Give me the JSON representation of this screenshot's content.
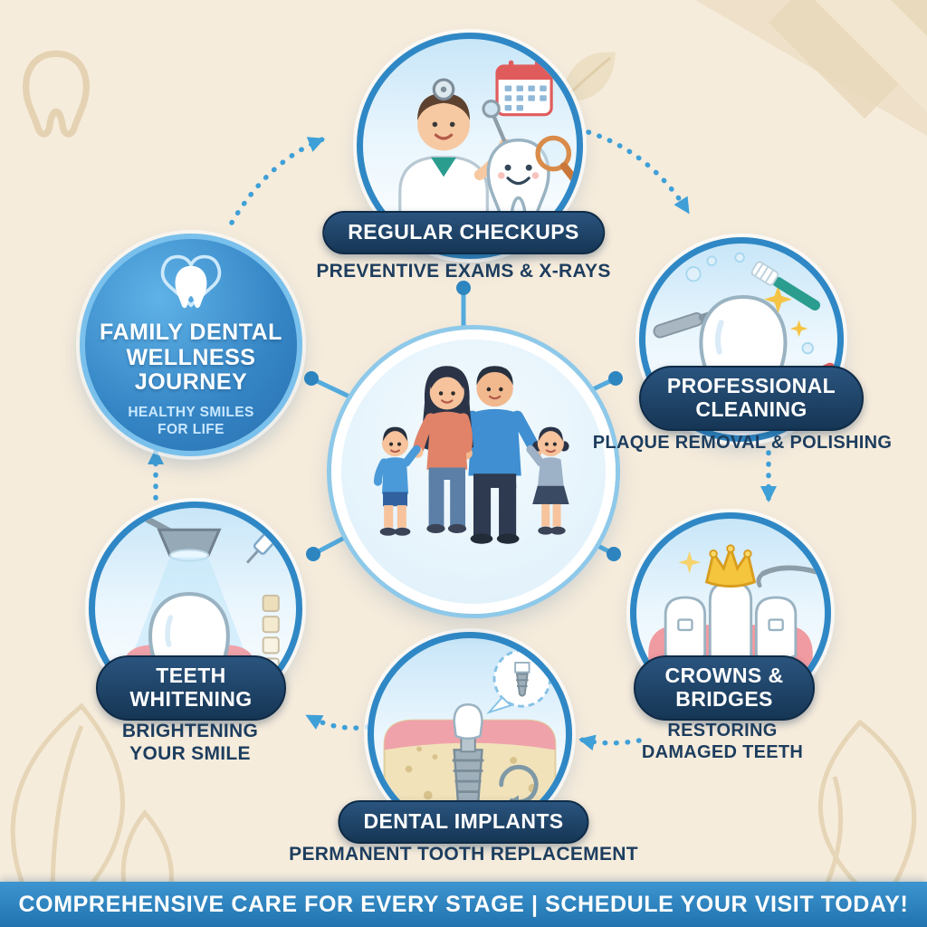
{
  "infographic": {
    "center_title": {
      "title": "FAMILY DENTAL WELLNESS JOURNEY",
      "subtitle": "HEALTHY SMILES FOR LIFE"
    },
    "nodes": [
      {
        "id": "regular-checkups",
        "label": "REGULAR CHECKUPS",
        "subtitle": "PREVENTIVE EXAMS & X-RAYS"
      },
      {
        "id": "professional-cleaning",
        "label": "PROFESSIONAL CLEANING",
        "subtitle": "PLAQUE REMOVAL & POLISHING"
      },
      {
        "id": "crowns-bridges",
        "label": "CROWNS & BRIDGES",
        "subtitle": "RESTORING DAMAGED TEETH"
      },
      {
        "id": "dental-implants",
        "label": "DENTAL IMPLANTS",
        "subtitle": "PERMANENT TOOTH REPLACEMENT"
      },
      {
        "id": "teeth-whitening",
        "label": "TEETH WHITENING",
        "subtitle": "BRIGHTENING YOUR SMILE"
      }
    ],
    "footer": "COMPREHENSIVE CARE FOR EVERY STAGE | SCHEDULE YOUR VISIT TODAY!",
    "colors": {
      "background": "#f6ecdc",
      "accent_blue": "#2f88c5",
      "navy_pill": "#163655",
      "arrow_blue": "#3fa0d8",
      "footer_blue": "#2173ae",
      "gum_pink": "#f0a2aa",
      "crown_gold": "#f4c53d"
    }
  }
}
